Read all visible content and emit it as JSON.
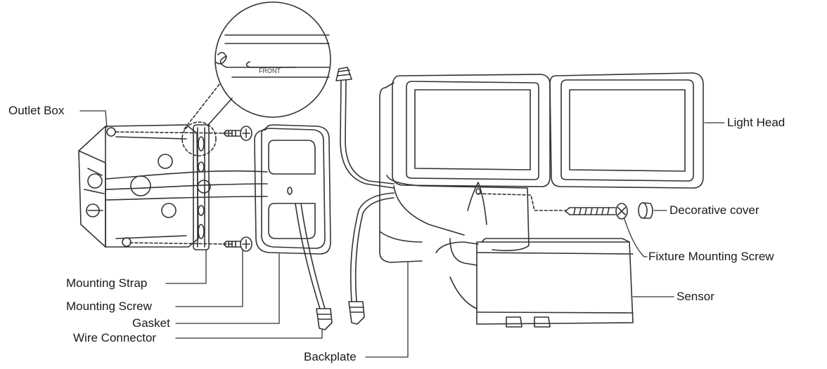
{
  "labels": {
    "outlet_box": "Outlet Box",
    "mounting_strap": "Mounting Strap",
    "mounting_screw": "Mounting Screw",
    "gasket": "Gasket",
    "wire_connector": "Wire Connector",
    "backplate": "Backplate",
    "light_head": "Light Head",
    "decorative_cover": "Decorative cover",
    "fixture_mounting_screw": "Fixture Mounting Screw",
    "sensor": "Sensor"
  },
  "detail": {
    "front_mark": "FRONT"
  },
  "colors": {
    "line": "#333333",
    "text": "#1a1a1a",
    "background": "#ffffff"
  }
}
